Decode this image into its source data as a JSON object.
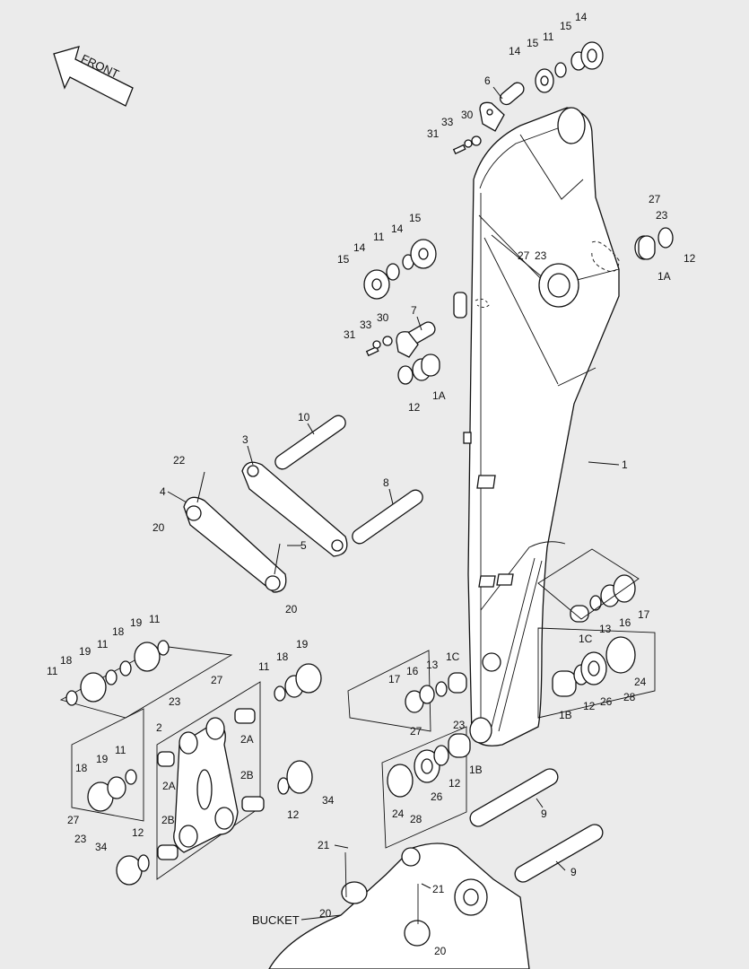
{
  "direction": {
    "text": "FRONT"
  },
  "bucket_label": "BUCKET",
  "callouts": [
    {
      "id": "c1",
      "text": "1"
    },
    {
      "id": "c1A_top",
      "text": "1A"
    },
    {
      "id": "c1A_mid",
      "text": "1A"
    },
    {
      "id": "c1B_r",
      "text": "1B"
    },
    {
      "id": "c1B_l",
      "text": "1B"
    },
    {
      "id": "c1C_r",
      "text": "1C"
    },
    {
      "id": "c1C_l",
      "text": "1C"
    },
    {
      "id": "c2",
      "text": "2"
    },
    {
      "id": "c2A_a",
      "text": "2A"
    },
    {
      "id": "c2A_b",
      "text": "2A"
    },
    {
      "id": "c2B_a",
      "text": "2B"
    },
    {
      "id": "c2B_b",
      "text": "2B"
    },
    {
      "id": "c3",
      "text": "3"
    },
    {
      "id": "c4",
      "text": "4"
    },
    {
      "id": "c5",
      "text": "5"
    },
    {
      "id": "c6",
      "text": "6"
    },
    {
      "id": "c7",
      "text": "7"
    },
    {
      "id": "c8",
      "text": "8"
    },
    {
      "id": "c9a",
      "text": "9"
    },
    {
      "id": "c9b",
      "text": "9"
    },
    {
      "id": "c10",
      "text": "10"
    },
    {
      "id": "c11a",
      "text": "11"
    },
    {
      "id": "c11b",
      "text": "11"
    },
    {
      "id": "c11c",
      "text": "11"
    },
    {
      "id": "c11d",
      "text": "11"
    },
    {
      "id": "c11e",
      "text": "11"
    },
    {
      "id": "c11f",
      "text": "11"
    },
    {
      "id": "c11g",
      "text": "11"
    },
    {
      "id": "c12a",
      "text": "12"
    },
    {
      "id": "c12b",
      "text": "12"
    },
    {
      "id": "c12c",
      "text": "12"
    },
    {
      "id": "c12d",
      "text": "12"
    },
    {
      "id": "c12e",
      "text": "12"
    },
    {
      "id": "c12f",
      "text": "12"
    },
    {
      "id": "c13a",
      "text": "13"
    },
    {
      "id": "c13b",
      "text": "13"
    },
    {
      "id": "c14a",
      "text": "14"
    },
    {
      "id": "c14b",
      "text": "14"
    },
    {
      "id": "c14c",
      "text": "14"
    },
    {
      "id": "c14d",
      "text": "14"
    },
    {
      "id": "c15a",
      "text": "15"
    },
    {
      "id": "c15b",
      "text": "15"
    },
    {
      "id": "c15c",
      "text": "15"
    },
    {
      "id": "c15d",
      "text": "15"
    },
    {
      "id": "c16a",
      "text": "16"
    },
    {
      "id": "c16b",
      "text": "16"
    },
    {
      "id": "c17a",
      "text": "17"
    },
    {
      "id": "c17b",
      "text": "17"
    },
    {
      "id": "c18a",
      "text": "18"
    },
    {
      "id": "c18b",
      "text": "18"
    },
    {
      "id": "c18c",
      "text": "18"
    },
    {
      "id": "c18d",
      "text": "18"
    },
    {
      "id": "c19a",
      "text": "19"
    },
    {
      "id": "c19b",
      "text": "19"
    },
    {
      "id": "c19c",
      "text": "19"
    },
    {
      "id": "c19d",
      "text": "19"
    },
    {
      "id": "c20a",
      "text": "20"
    },
    {
      "id": "c20b",
      "text": "20"
    },
    {
      "id": "c20c",
      "text": "20"
    },
    {
      "id": "c20d",
      "text": "20"
    },
    {
      "id": "c21a",
      "text": "21"
    },
    {
      "id": "c21b",
      "text": "21"
    },
    {
      "id": "c22",
      "text": "22"
    },
    {
      "id": "c23a",
      "text": "23"
    },
    {
      "id": "c23b",
      "text": "23"
    },
    {
      "id": "c23c",
      "text": "23"
    },
    {
      "id": "c23d",
      "text": "23"
    },
    {
      "id": "c23e",
      "text": "23"
    },
    {
      "id": "c24a",
      "text": "24"
    },
    {
      "id": "c24b",
      "text": "24"
    },
    {
      "id": "c26a",
      "text": "26"
    },
    {
      "id": "c26b",
      "text": "26"
    },
    {
      "id": "c27a",
      "text": "27"
    },
    {
      "id": "c27b",
      "text": "27"
    },
    {
      "id": "c27c",
      "text": "27"
    },
    {
      "id": "c27d",
      "text": "27"
    },
    {
      "id": "c27e",
      "text": "27"
    },
    {
      "id": "c28a",
      "text": "28"
    },
    {
      "id": "c28b",
      "text": "28"
    },
    {
      "id": "c30a",
      "text": "30"
    },
    {
      "id": "c30b",
      "text": "30"
    },
    {
      "id": "c31a",
      "text": "31"
    },
    {
      "id": "c31b",
      "text": "31"
    },
    {
      "id": "c33a",
      "text": "33"
    },
    {
      "id": "c33b",
      "text": "33"
    },
    {
      "id": "c34a",
      "text": "34"
    },
    {
      "id": "c34b",
      "text": "34"
    }
  ]
}
